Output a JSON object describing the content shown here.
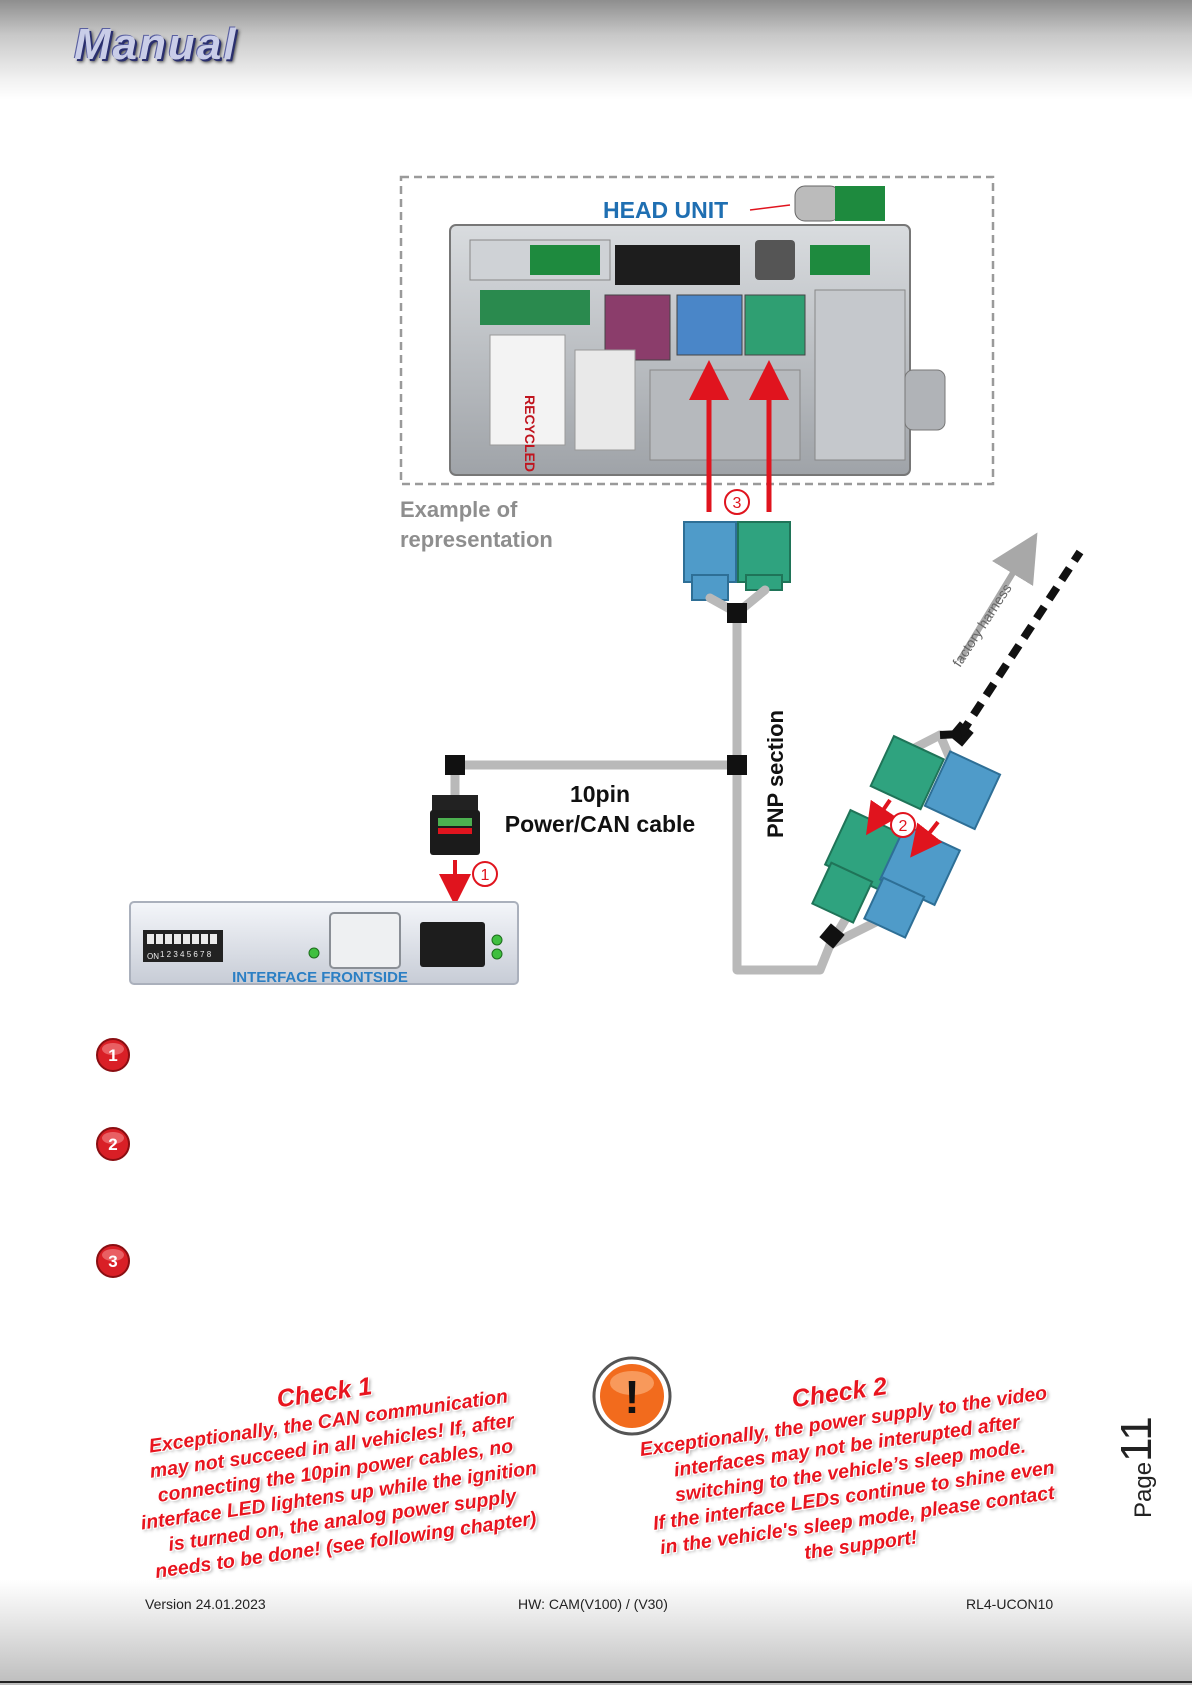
{
  "header": {
    "title": "Manual"
  },
  "diagram": {
    "head_unit_label": "HEAD UNIT",
    "example_label_line1": "Example of",
    "example_label_line2": "representation",
    "cable_label_line1": "10pin",
    "cable_label_line2": "Power/CAN cable",
    "pnp_label": "PNP section",
    "factory_harness_label": "factory harness",
    "interface_label": "INTERFACE FRONTSIDE",
    "dip_labels": "1 2 3 4 5 6 7 8",
    "dip_on": "ON",
    "markers": {
      "m1": "1",
      "m2": "2",
      "m3": "3"
    },
    "colors": {
      "arrow": "#e0141e",
      "cable": "#b9b9b9",
      "teal": "#2fa37f",
      "blue": "#4f9bc9",
      "interface_text": "#2b7fc4",
      "head_unit_text": "#1f6fb2"
    }
  },
  "steps": [
    {
      "number": "1"
    },
    {
      "number": "2"
    },
    {
      "number": "3"
    }
  ],
  "checks": {
    "check1": {
      "title": "Check 1",
      "line1": "Exceptionally, the CAN communication",
      "line2": "may not succeed in all vehicles! If, after",
      "line3": "connecting the 10pin power cables, no",
      "line4": "interface LED lightens up while the ignition",
      "line5": "is turned on, the analog power supply",
      "line6": "needs to be done! (see following chapter)"
    },
    "check2": {
      "title": "Check 2",
      "line1": "Exceptionally, the power supply to the video",
      "line2": "interfaces may not be interupted after",
      "line3": "switching to the vehicle’s sleep mode.",
      "line4": "If the interface LEDs continue to shine even",
      "line5": "in the vehicle's sleep mode, please contact",
      "line6": "the support!"
    },
    "warning_glyph": "!"
  },
  "page": {
    "word": "Page",
    "number": "11"
  },
  "footer": {
    "version": "Version 24.01.2023",
    "hardware": "HW: CAM(V100) / (V30)",
    "product": "RL4-UCON10"
  }
}
